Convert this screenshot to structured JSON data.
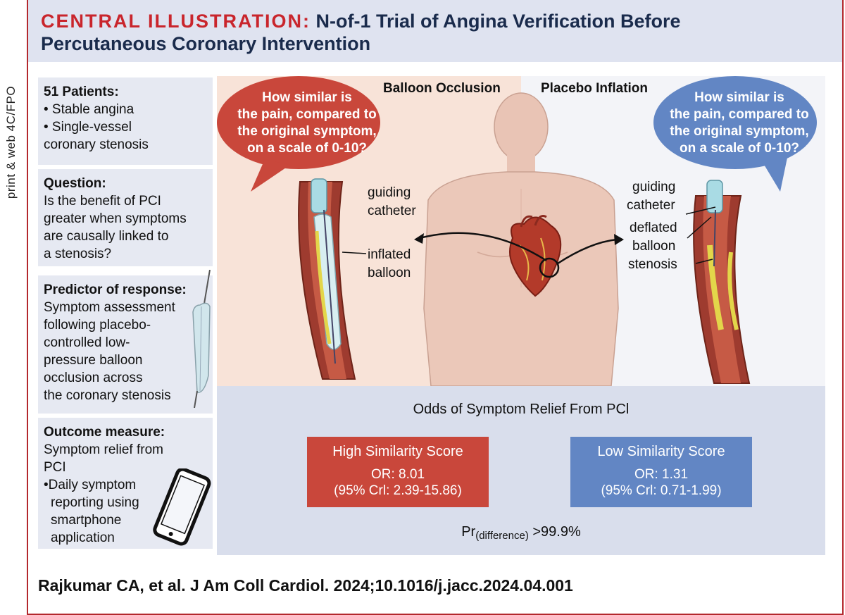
{
  "side_note": "print & web 4C/FPO",
  "header": {
    "brand": "CENTRAL ILLUSTRATION:",
    "title_line1": "N-of-1 Trial of Angina Verification Before",
    "title_line2": "Percutaneous Coronary Intervention"
  },
  "patients": {
    "heading": "51 Patients:",
    "bullet1": "• Stable angina",
    "bullet2a": "• Single-vessel",
    "bullet2b": "coronary stenosis"
  },
  "question": {
    "heading": "Question:",
    "lines": [
      "Is the benefit of PCI",
      "greater when symptoms",
      "are causally linked to",
      "a stenosis?"
    ]
  },
  "predictor": {
    "heading": "Predictor of response:",
    "lines": [
      "Symptom assessment",
      "following placebo-",
      "controlled low-",
      "pressure balloon",
      "occlusion across",
      "the coronary stenosis"
    ]
  },
  "outcome": {
    "heading": "Outcome measure:",
    "lines": [
      "Symptom relief from",
      "PCI",
      "•Daily symptom",
      "reporting using",
      "smartphone",
      "application"
    ]
  },
  "panels": {
    "left_title": "Balloon Occlusion",
    "right_title": "Placebo Inflation",
    "bubble_lines": [
      "How similar is",
      "the pain, compared to",
      "the original symptom,",
      "on a scale of 0-10?"
    ],
    "left_labels": [
      "guiding",
      "catheter",
      "inflated",
      "balloon"
    ],
    "right_labels": [
      "guiding",
      "catheter",
      "deflated",
      "balloon",
      "stenosis"
    ]
  },
  "odds": {
    "title": "Odds of Symptom Relief From PCl",
    "high": {
      "label": "High Similarity Score",
      "or": "OR: 8.01",
      "ci": "(95% Crl: 2.39-15.86)"
    },
    "low": {
      "label": "Low Similarity Score",
      "or": "OR: 1.31",
      "ci": "(95% Crl: 0.71-1.99)"
    },
    "prob_prefix": "Pr",
    "prob_sub": "(difference)",
    "prob_value": " >99.9%"
  },
  "citation": "Rajkumar CA, et al. J Am Coll Cardiol. 2024;10.1016/j.jacc.2024.04.001",
  "colors": {
    "red": "#c9252c",
    "blue": "#6286c4",
    "navy": "#1a2b4c",
    "panel_bg": "#d9deec"
  }
}
